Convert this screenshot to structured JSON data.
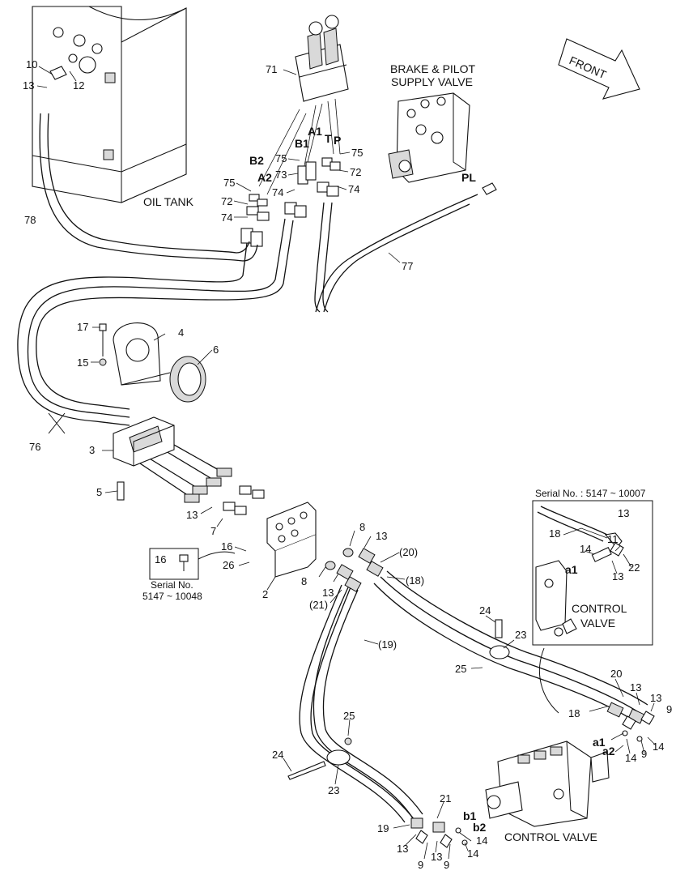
{
  "captions": {
    "oil_tank": "OIL TANK",
    "brake_valve_line1": "BRAKE & PILOT",
    "brake_valve_line2": "SUPPLY VALVE",
    "front": "FRONT",
    "control_valve": "CONTROL VALVE",
    "inset_control_line1": "CONTROL",
    "inset_control_line2": "VALVE",
    "inset_serial": "Serial No. : 5147 ~ 10007",
    "small_box_serial_line1": "Serial No.",
    "small_box_serial_line2": "5147 ~ 10048"
  },
  "ports": {
    "B2": "B2",
    "A2": "A2",
    "B1": "B1",
    "A1": "A1",
    "T": "T",
    "P": "P",
    "PL": "PL",
    "a1": "a1",
    "a2": "a2",
    "b1": "b1",
    "b2": "b2",
    "inset_a1": "a1"
  },
  "callouts": {
    "c10": "10",
    "c13a": "13",
    "c12": "12",
    "c78": "78",
    "c71": "71",
    "c75a": "75",
    "c72a": "72",
    "c74a": "74",
    "c75b": "75",
    "c73": "73",
    "c74b": "74",
    "c75c": "75",
    "c72b": "72",
    "c74c": "74",
    "c77": "77",
    "c17": "17",
    "c15": "15",
    "c4": "4",
    "c6": "6",
    "c76": "76",
    "c3": "3",
    "c5": "5",
    "c13b": "13",
    "c7": "7",
    "c16": "16",
    "c26": "26",
    "c2": "2",
    "c8a": "8",
    "c13c": "13",
    "c20p": "(20)",
    "c8b": "8",
    "c13d": "13",
    "c18p": "(18)",
    "c21p": "(21)",
    "c19p": "(19)",
    "c16box": "16",
    "c24a": "24",
    "c23a": "23",
    "c25a": "25",
    "c18": "18",
    "c20": "20",
    "c13e": "13",
    "c13f": "13",
    "c9a": "9",
    "c14a": "14",
    "c9b": "9",
    "c14b": "14",
    "c25b": "25",
    "c24b": "24",
    "c23b": "23",
    "c21": "21",
    "c19": "19",
    "c13g": "13",
    "c9c": "9",
    "c13h": "13",
    "c9d": "9",
    "c14c": "14",
    "c14d": "14",
    "i18": "18",
    "i13a": "13",
    "i11": "11",
    "i14": "14",
    "i22": "22",
    "i13b": "13"
  }
}
